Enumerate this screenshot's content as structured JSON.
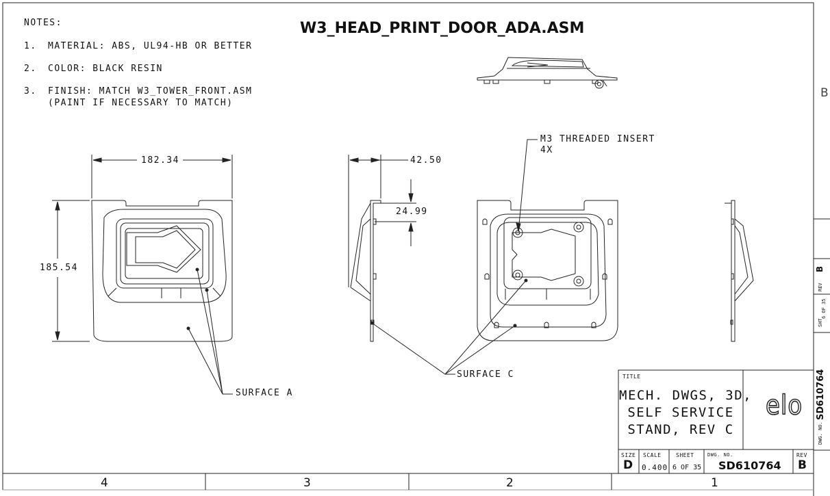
{
  "drawing_title": "W3_HEAD_PRINT_DOOR_ADA.ASM",
  "notes": {
    "heading": "NOTES:",
    "items": [
      {
        "num": "1.",
        "text": "MATERIAL: ABS, UL94-HB OR BETTER"
      },
      {
        "num": "2.",
        "text": "COLOR: BLACK RESIN"
      },
      {
        "num": "3.",
        "text": "FINISH: MATCH W3_TOWER_FRONT.ASM",
        "text2": "(PAINT IF NECESSARY TO MATCH)"
      }
    ]
  },
  "dimensions": {
    "width": "182.34",
    "height": "185.54",
    "depth": "42.50",
    "offset": "24.99"
  },
  "callouts": {
    "insert_line1": "M3 THREADED INSERT",
    "insert_line2": "4X",
    "surface_a": "SURFACE A",
    "surface_c": "SURFACE C"
  },
  "title_block": {
    "title_label": "TITLE",
    "title_lines": [
      "MECH. DWGS, 3D,",
      "SELF SERVICE",
      "STAND, REV C"
    ],
    "logo": "elo",
    "size_label": "SIZE",
    "size": "D",
    "scale_label": "SCALE",
    "scale": "0.400",
    "sheet_label": "SHEET",
    "sheet": "6 OF 35",
    "dwg_label": "DWG. NO.",
    "dwg_no": "SD610764",
    "rev_label": "REV",
    "rev": "B"
  },
  "side_strip": {
    "rev_label": "REV",
    "rev": "B",
    "sht_label": "SHT",
    "sht": "6 OF 35",
    "dwg_label": "DWG. NO.",
    "dwg_no": "SD610764"
  },
  "zones": {
    "bottom": [
      "4",
      "3",
      "2",
      "1"
    ],
    "right": "B"
  }
}
